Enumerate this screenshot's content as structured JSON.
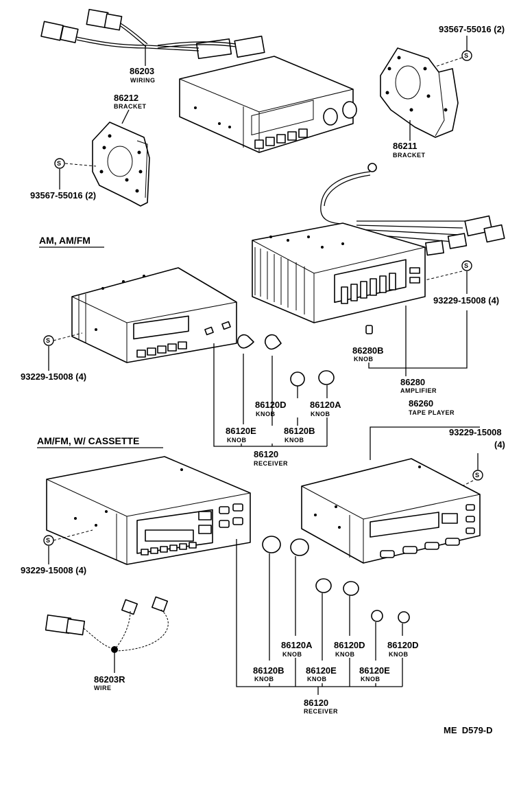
{
  "sections": {
    "am_amfm": "AM, AM/FM",
    "amfm_cassette": "AM/FM, W/ CASSETTE"
  },
  "callouts": {
    "screw_top_right": {
      "part": "93567-55016 (2)"
    },
    "wiring": {
      "part": "86203",
      "desc": "WIRING"
    },
    "bracket_left": {
      "part": "86212",
      "desc": "BRACKET"
    },
    "screw_left": {
      "part": "93567-55016 (2)"
    },
    "bracket_right": {
      "part": "86211",
      "desc": "BRACKET"
    },
    "screw_amp": {
      "part": "93229-15008 (4)"
    },
    "knob_amp": {
      "part": "86280B",
      "desc": "KNOB"
    },
    "amplifier": {
      "part": "86280",
      "desc": "AMPLIFIER"
    },
    "screw_receiver1": {
      "part": "93229-15008 (4)"
    },
    "knob_e1": {
      "part": "86120E",
      "desc": "KNOB"
    },
    "knob_d1": {
      "part": "86120D",
      "desc": "KNOB"
    },
    "knob_a1": {
      "part": "86120A",
      "desc": "KNOB"
    },
    "knob_b1": {
      "part": "86120B",
      "desc": "KNOB"
    },
    "receiver1": {
      "part": "86120",
      "desc": "RECEIVER"
    },
    "tape_player": {
      "part": "86260",
      "desc": "TAPE PLAYER"
    },
    "screw_tape": {
      "part": "93229-15008",
      "qty": "(4)"
    },
    "screw_receiver2": {
      "part": "93229-15008 (4)"
    },
    "wire": {
      "part": "86203R",
      "desc": "WIRE"
    },
    "knob_a2": {
      "part": "86120A",
      "desc": "KNOB"
    },
    "knob_d2": {
      "part": "86120D",
      "desc": "KNOB"
    },
    "knob_d3": {
      "part": "86120D",
      "desc": "KNOB"
    },
    "knob_b2": {
      "part": "86120B",
      "desc": "KNOB"
    },
    "knob_e2": {
      "part": "86120E",
      "desc": "KNOB"
    },
    "knob_e3": {
      "part": "86120E",
      "desc": "KNOB"
    },
    "receiver2": {
      "part": "86120",
      "desc": "RECEIVER"
    }
  },
  "screw_symbol": "S",
  "diagram_code": "ME  D579-D"
}
